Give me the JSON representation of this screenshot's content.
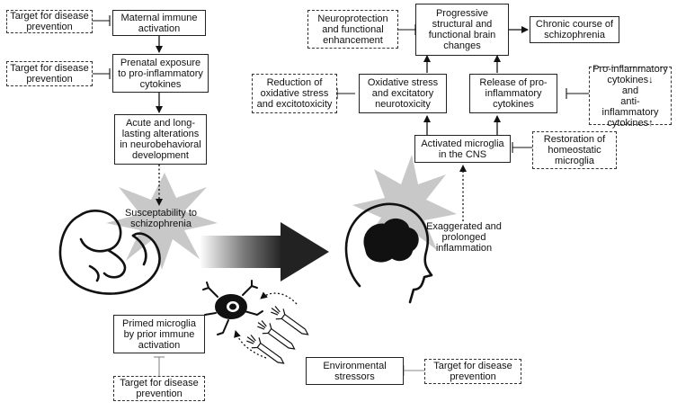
{
  "colors": {
    "stroke": "#111111",
    "star": "#c8c8c8",
    "arrow_dark": "#222222"
  },
  "nodes": {
    "maternal": "Maternal immune\nactivation",
    "prenatal": "Prenatal exposure\nto pro-inflammatory\ncytokines",
    "acute": "Acute and long-\nlasting alterations\nin neurobehavioral\ndevelopment",
    "susceptibility": "Susceptability to\nschizophrenia",
    "primed": "Primed microglia\nby prior immune\nactivation",
    "environmental": "Environmental\nstressors",
    "progressive": "Progressive\nstructural and\nfunctional brain\nchanges",
    "chronic": "Chronic course of\nschizophrenia",
    "oxidative": "Oxidative stress\nand excitatory\nneurotoxicity",
    "release": "Release of pro-\ninflammatory\ncytokines",
    "activated": "Activated microglia\nin the CNS",
    "exaggerated": "Exaggerated and\nprolonged\ninflammation"
  },
  "targets": {
    "t1": "Target for disease\nprevention",
    "t2": "Target for disease\nprevention",
    "t3": "Target for disease\nprevention",
    "t4": "Target for disease\nprevention",
    "neuroprotection": "Neuroprotection\nand functional\nenhancement",
    "reduction": "Reduction of\noxidative stress\nand excitotoxicity",
    "restoration": "Restoration of\nhomeostatic\nmicroglia",
    "cytokines": "Pro-inflammatory\ncytokines↓\nand\nanti-inflammatory\ncytokines↑"
  },
  "icons": [
    "fetus-icon",
    "brain-head-icon",
    "microglia-icon",
    "rocket-icon",
    "starburst-icon"
  ]
}
